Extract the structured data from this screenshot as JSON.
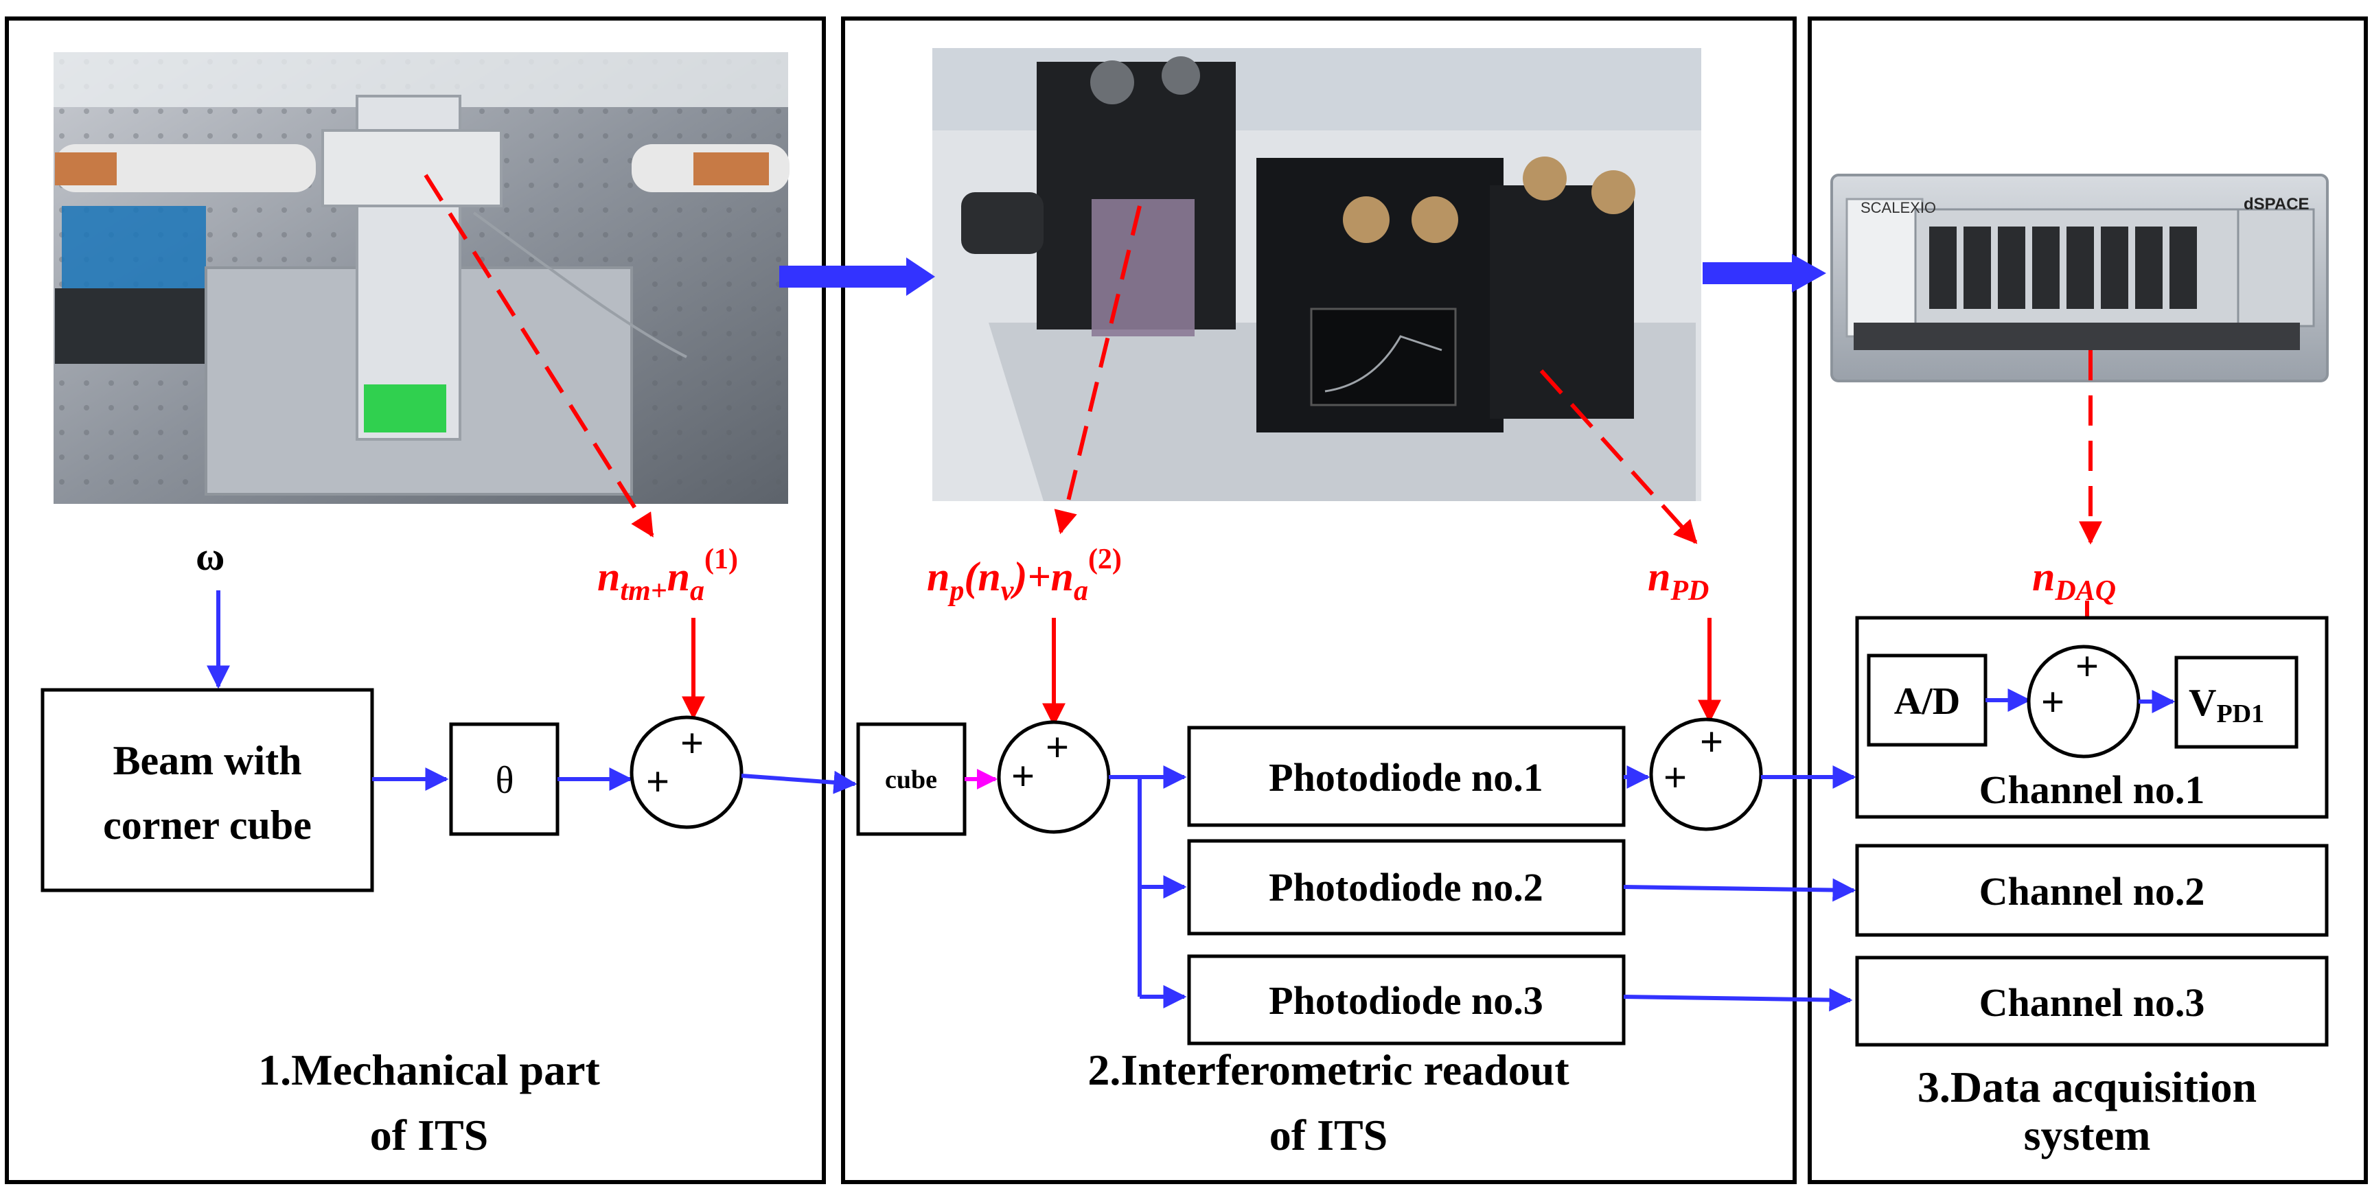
{
  "sections": [
    {
      "title_line1": "1.Mechanical part",
      "title_line2": "of  ITS"
    },
    {
      "title_line1": "2.Interferometric readout",
      "title_line2": "of  ITS"
    },
    {
      "title_line1": "3.Data acquisition",
      "title_line2": "system"
    }
  ],
  "photos": [
    {
      "icon": "mechanical-setup-photo"
    },
    {
      "icon": "photodetector-setup-photo"
    },
    {
      "icon": "dspace-scalexio-photo",
      "brand_left": "SCALEXIO",
      "brand_right": "dSPACE"
    }
  ],
  "inputs": {
    "omega": "ω"
  },
  "blocks": {
    "beam_line1": "Beam with",
    "beam_line2": "corner cube",
    "theta": "θ",
    "cube": "cube",
    "pd1": "Photodiode no.1",
    "pd2": "Photodiode no.2",
    "pd3": "Photodiode no.3",
    "ad": "A/D",
    "vpd1_main": "V",
    "vpd1_sub": "PD1",
    "ch1": "Channel no.1",
    "ch2": "Channel no.2",
    "ch3": "Channel no.3"
  },
  "summing": {
    "plus": "+"
  },
  "noise": {
    "n1_a": "n",
    "n1_b": "tm+",
    "n1_c": "n",
    "n1_d": "a",
    "n1_e": "(1)",
    "n2_a": "n",
    "n2_b": "p",
    "n2_c": "(n",
    "n2_d": "v",
    "n2_e": ")+n",
    "n2_f": "a",
    "n2_g": "(2)",
    "n3_a": "n",
    "n3_b": "PD",
    "n4_a": "n",
    "n4_b": "DAQ"
  },
  "colors": {
    "signal": "#3333ff",
    "noise": "#ff0000",
    "cube_link": "#ff00ff",
    "frame": "#000000"
  }
}
